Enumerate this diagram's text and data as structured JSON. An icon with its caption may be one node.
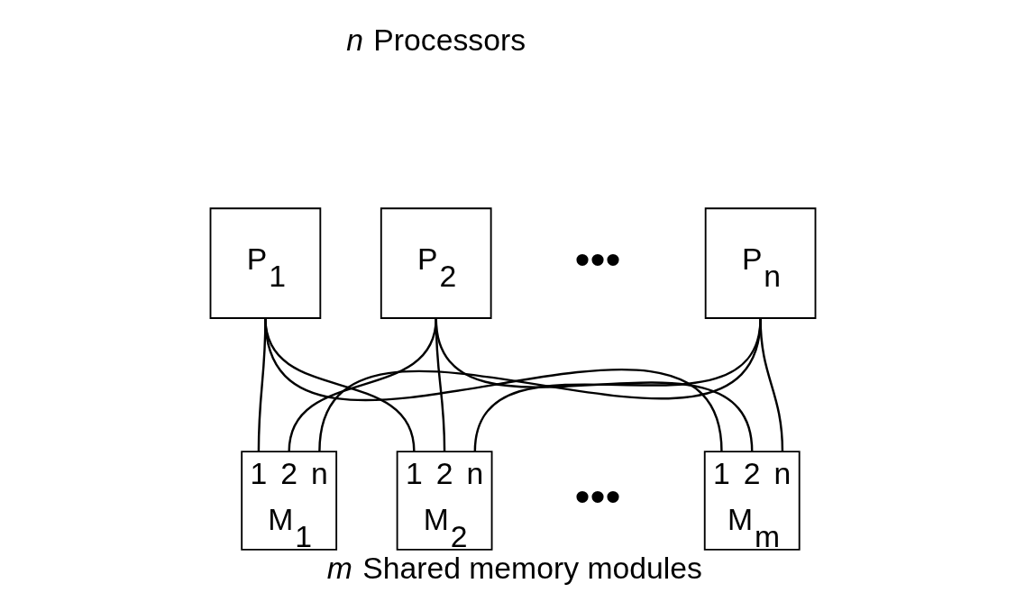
{
  "diagram": {
    "title": "*n* Processors",
    "caption": "*m* Shared memory modules",
    "nodes": [
      {
        "text": [
          "P$_{1}$"
        ]
      },
      {
        "text": [
          "P$_{2}$"
        ]
      },
      {
        "text": [
          "P$_{n}$"
        ]
      },
      {
        "text": [
          "1",
          "2",
          "n",
          "M$_{1}$"
        ]
      },
      {
        "text": [
          "1",
          "2",
          "n",
          "M$_{2}$"
        ]
      },
      {
        "text": [
          "1",
          "2",
          "n",
          "M$_{m}$"
        ]
      }
    ],
    "edges": [
      {
        "from": 0,
        "to": 3,
        "arrow": "none"
      },
      {
        "from": 0,
        "to": 4,
        "arrow": "none"
      },
      {
        "from": 0,
        "to": 5,
        "arrow": "none"
      },
      {
        "from": 1,
        "to": 3,
        "arrow": "none"
      },
      {
        "from": 1,
        "to": 4,
        "arrow": "none"
      },
      {
        "from": 1,
        "to": 5,
        "arrow": "none"
      },
      {
        "from": 2,
        "to": 3,
        "arrow": "none"
      },
      {
        "from": 2,
        "to": 4,
        "arrow": "none"
      },
      {
        "from": 2,
        "to": 5,
        "arrow": "none"
      }
    ],
    "labels": [
      "•••",
      "•••"
    ]
  }
}
